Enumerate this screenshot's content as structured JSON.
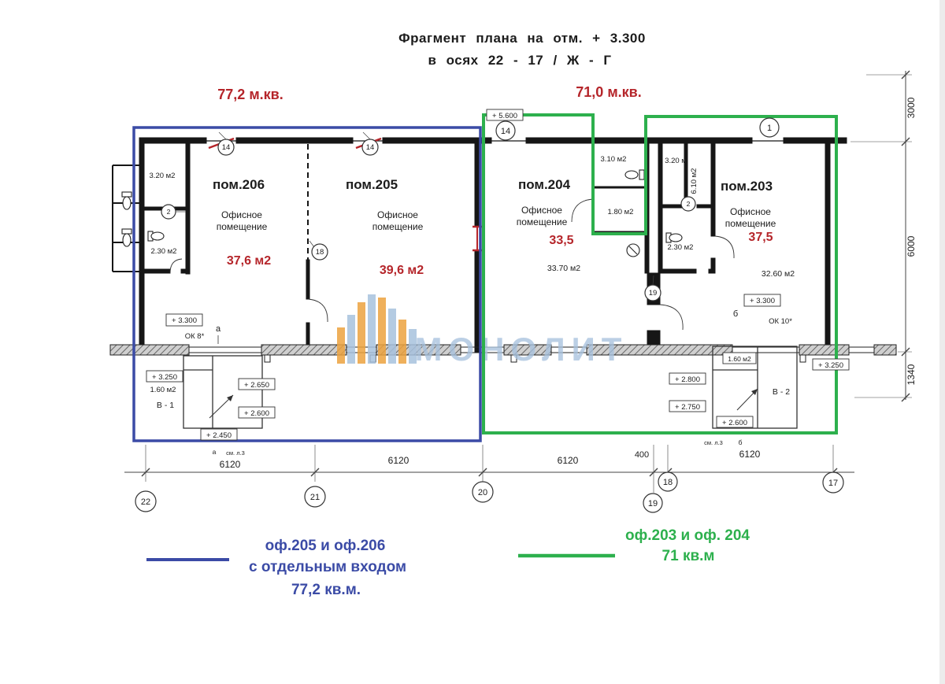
{
  "title": {
    "line1": "Фрагмент плана на отм. + 3.300",
    "line2": "в осях 22 - 17 / Ж - Г"
  },
  "area_labels": {
    "left": "77,2 м.кв.",
    "right": "71,0 м.кв."
  },
  "rooms": {
    "r206": {
      "name": "пом.206",
      "type_line1": "Офисное",
      "type_line2": "помещение",
      "area": "37,6 м2"
    },
    "r205": {
      "name": "пом.205",
      "type_line1": "Офисное",
      "type_line2": "помещение",
      "area": "39,6 м2"
    },
    "r204": {
      "name": "пом.204",
      "type_line1": "Офисное",
      "type_line2": "помещение",
      "area": "33,5",
      "area_small": "33.70 м2"
    },
    "r203": {
      "name": "пом.203",
      "type_line1": "Офисное",
      "type_line2": "помещение",
      "area": "37,5",
      "area_small": "32.60 м2"
    }
  },
  "sub_rooms": {
    "left_top": "3.20 м2",
    "left_bottom": "2.30 м2",
    "mid_top": "3.10 м2",
    "mid_bottom": "1.80 м2",
    "right_top": "3.20 м",
    "right_side": "6.10 м2",
    "right_bottom": "2.30 м2"
  },
  "marks": {
    "lvl3300_left": "+ 3.300",
    "lvl3300_right": "+ 3.300",
    "lvl5600": "+ 5.600",
    "lvl3250_left": "+ 3.250",
    "lvl3250_right": "+ 3.250",
    "lvl2650": "+ 2.650",
    "lvl2600_left": "+ 2.600",
    "lvl2450": "+ 2.450",
    "lvl2800": "+ 2.800",
    "lvl2750": "+ 2.750",
    "lvl2600_right": "+ 2.600",
    "size160_left": "1.60 м2",
    "size160_right": "1.60 м2",
    "ok8": "ОК 8*",
    "ok10": "ОК 10*",
    "b1": "В - 1",
    "b2": "В - 2",
    "a_small": "а",
    "b_small": "б",
    "a_ref_letter": "а",
    "b_ref_letter": "б",
    "ref_note_a": "см. л.3",
    "ref_note_b": "см. л.3"
  },
  "axes": {
    "bottom": [
      "22",
      "21",
      "20",
      "19",
      "18",
      "17"
    ],
    "top": [
      "14",
      "1"
    ],
    "inner": [
      "14",
      "14",
      "2",
      "18",
      "19",
      "2"
    ]
  },
  "dimensions": {
    "bottom": [
      "6120",
      "6120",
      "6120",
      "400",
      "6120"
    ],
    "right": [
      "3000",
      "6000",
      "1340"
    ]
  },
  "legend": {
    "blue": {
      "line1": "оф.205 и оф.206",
      "line2": "с отдельным входом",
      "line3": "77,2 кв.м."
    },
    "green": {
      "line1": "оф.203 и оф. 204",
      "line2": "71 кв.м"
    }
  },
  "watermark": {
    "text": "МОНОЛИТ"
  },
  "colors": {
    "blue": "#3b4ba6",
    "green": "#2db04d",
    "red": "#b5252a",
    "wmblue": "#a8c2de",
    "wmorange": "#eda33f"
  }
}
